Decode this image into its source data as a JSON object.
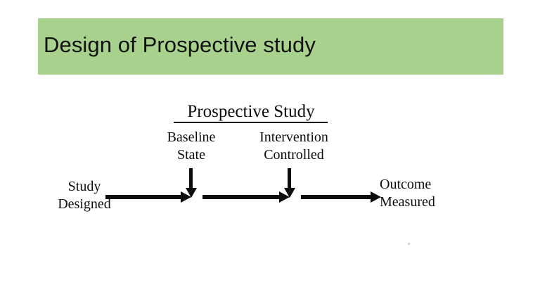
{
  "slide": {
    "title": "Design of Prospective study",
    "banner_color": "#a8d18d",
    "background_color": "#ffffff",
    "ink_color": "#0d0d0d"
  },
  "diagram": {
    "heading": "Prospective Study",
    "type": "flow-diagram",
    "nodes": [
      {
        "id": "study-designed",
        "line1": "Study",
        "line2": "Designed",
        "position": "left-inline"
      },
      {
        "id": "baseline-state",
        "line1": "Baseline",
        "line2": "State",
        "position": "above-first-junction"
      },
      {
        "id": "intervention-controlled",
        "line1": "Intervention",
        "line2": "Controlled",
        "position": "above-second-junction"
      },
      {
        "id": "outcome-measured",
        "line1": "Outcome",
        "line2": "Measured",
        "position": "right-inline"
      }
    ],
    "arrows": [
      {
        "id": "arrow-1",
        "direction": "right",
        "from": "study-designed",
        "to": "baseline-state"
      },
      {
        "id": "arrow-2",
        "direction": "right",
        "from": "baseline-state",
        "to": "intervention-controlled"
      },
      {
        "id": "arrow-3",
        "direction": "right",
        "from": "intervention-controlled",
        "to": "outcome-measured"
      },
      {
        "id": "arrow-down-1",
        "direction": "down",
        "from": "baseline-state",
        "to": "timeline"
      },
      {
        "id": "arrow-down-2",
        "direction": "down",
        "from": "intervention-controlled",
        "to": "timeline"
      }
    ]
  }
}
